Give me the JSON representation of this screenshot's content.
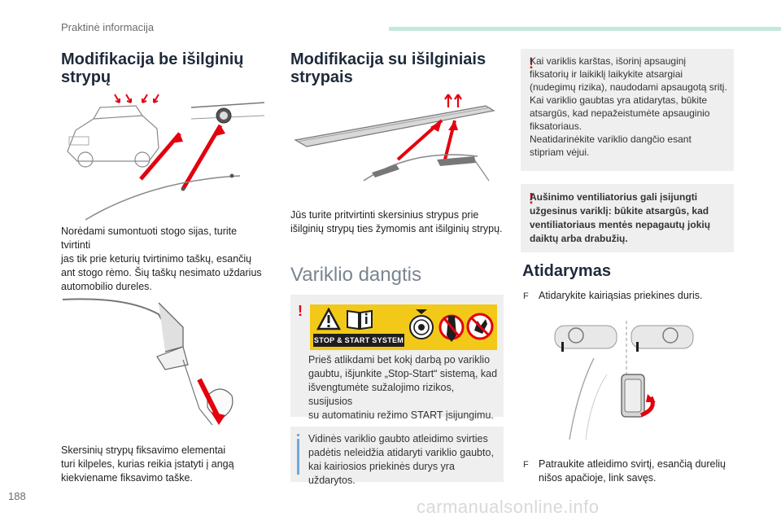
{
  "header": {
    "section": "Praktinė informacija"
  },
  "page": {
    "number": "188",
    "watermark": "carmanualsonline.info"
  },
  "col1": {
    "title_line1": "Modifikacija be išilginių",
    "title_line2": "strypų",
    "para1": [
      "Norėdami sumontuoti stogo sijas, turite tvirtinti",
      "jas tik prie keturių tvirtinimo taškų, esančių",
      "ant stogo rėmo. Šių taškų nesimato uždarius",
      "automobilio dureles."
    ],
    "para2": [
      "Skersinių strypų fiksavimo elementai",
      "turi kilpeles, kurias reikia įstatyti į angą",
      "kiekviename fiksavimo taške."
    ]
  },
  "col2": {
    "title_line1": "Modifikacija su išilginiais",
    "title_line2": "strypais",
    "para1": [
      "Jūs turite pritvirtinti skersinius strypus prie",
      "išilginių strypų ties žymomis ant išilginių strypų."
    ],
    "hood_title": "Variklio dangtis",
    "stop_start_label": "STOP & START SYSTEM",
    "warning": [
      "Prieš atlikdami bet kokį darbą po variklio",
      "gaubtu, išjunkite „Stop-Start“ sistemą, kad",
      "išvengtumėte sužalojimo rizikos, susijusios",
      "su automatiniu režimo START įsijungimu."
    ],
    "info": [
      "Vidinės variklio gaubto atleidimo svirties",
      "padėtis neleidžia atidaryti variklio gaubto,",
      "kai kairiosios priekinės durys yra uždarytos."
    ]
  },
  "col3": {
    "warning1": [
      "Kai variklis karštas, išorinį apsauginį",
      "fiksatorių ir laikiklį laikykite atsargiai",
      "(nudegimų rizika), naudodami apsaugotą sritį.",
      "Kai variklio gaubtas yra atidarytas, būkite",
      "atsargūs, kad nepažeistumėte apsauginio",
      "fiksatoriaus.",
      "Neatidarinėkite variklio dangčio esant",
      "stipriam vėjui."
    ],
    "warning2": [
      "Aušinimo ventiliatorius gali įsijungti",
      "užgesinus variklį: būkite atsargūs, kad",
      "ventiliatoriaus mentės nepagautų jokių",
      "daiktų arba drabužių."
    ],
    "open_title": "Atidarymas",
    "step1": "Atidarykite kairiąsias priekines duris.",
    "step2_line1": "Patraukite atleidimo svirtį, esančią durelių",
    "step2_line2": "nišos apačioje, link savęs."
  },
  "icons": {
    "warning": "!",
    "bullet": "F"
  },
  "colors": {
    "accent_red": "#e3000f",
    "sign_yellow": "#f2c919",
    "info_blue": "#6fa8dc",
    "header_bar": "#c6e7de"
  }
}
